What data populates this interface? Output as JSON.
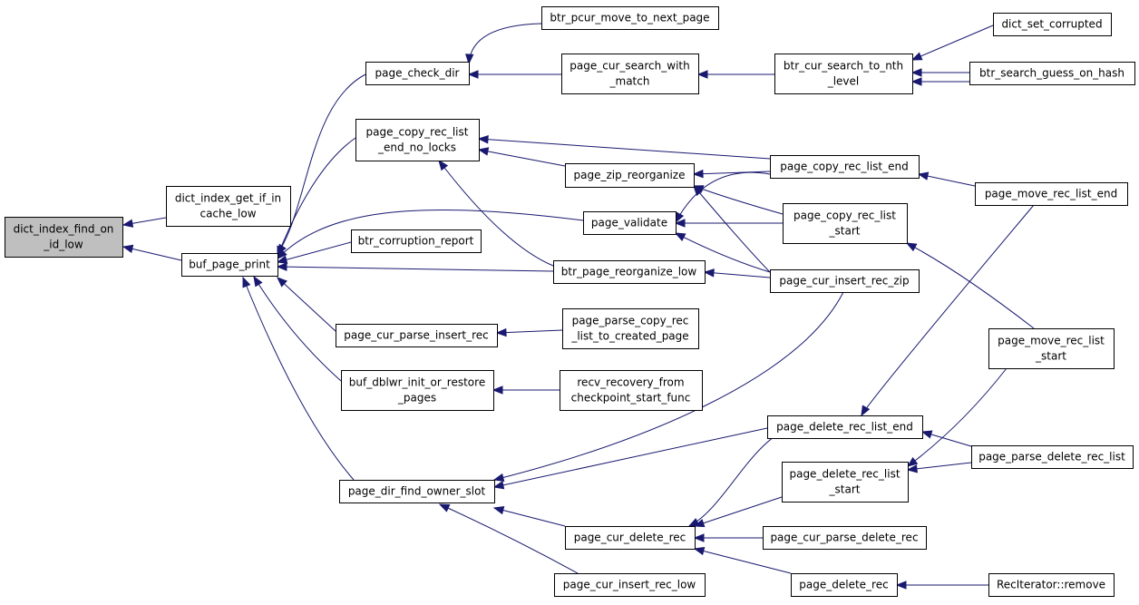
{
  "graph": {
    "nodes": {
      "dict_index_find_on_id_low": [
        "dict_index_find_on",
        "_id_low"
      ],
      "dict_index_get_if_in_cache_low": [
        "dict_index_get_if_in",
        "cache_low"
      ],
      "buf_page_print": [
        "buf_page_print"
      ],
      "page_check_dir": [
        "page_check_dir"
      ],
      "btr_pcur_move_to_next_page": [
        "btr_pcur_move_to_next_page"
      ],
      "page_cur_search_with_match": [
        "page_cur_search_with",
        "_match"
      ],
      "btr_cur_search_to_nth_level": [
        "btr_cur_search_to_nth",
        "_level"
      ],
      "dict_set_corrupted": [
        "dict_set_corrupted"
      ],
      "btr_search_guess_on_hash": [
        "btr_search_guess_on_hash"
      ],
      "page_copy_rec_list_end_no_locks": [
        "page_copy_rec_list",
        "_end_no_locks"
      ],
      "page_zip_reorganize": [
        "page_zip_reorganize"
      ],
      "page_copy_rec_list_end": [
        "page_copy_rec_list_end"
      ],
      "page_move_rec_list_end": [
        "page_move_rec_list_end"
      ],
      "page_validate": [
        "page_validate"
      ],
      "page_copy_rec_list_start": [
        "page_copy_rec_list",
        "_start"
      ],
      "btr_corruption_report": [
        "btr_corruption_report"
      ],
      "btr_page_reorganize_low": [
        "btr_page_reorganize_low"
      ],
      "page_cur_insert_rec_zip": [
        "page_cur_insert_rec_zip"
      ],
      "page_cur_parse_insert_rec": [
        "page_cur_parse_insert_rec"
      ],
      "page_parse_copy_rec_list_to_created_page": [
        "page_parse_copy_rec",
        "_list_to_created_page"
      ],
      "page_move_rec_list_start": [
        "page_move_rec_list",
        "_start"
      ],
      "buf_dblwr_init_or_restore_pages": [
        "buf_dblwr_init_or_restore",
        "_pages"
      ],
      "recv_recovery_from_checkpoint_start_func": [
        "recv_recovery_from",
        "checkpoint_start_func"
      ],
      "page_delete_rec_list_end": [
        "page_delete_rec_list_end"
      ],
      "page_parse_delete_rec_list": [
        "page_parse_delete_rec_list"
      ],
      "page_dir_find_owner_slot": [
        "page_dir_find_owner_slot"
      ],
      "page_delete_rec_list_start": [
        "page_delete_rec_list",
        "_start"
      ],
      "page_cur_delete_rec": [
        "page_cur_delete_rec"
      ],
      "page_cur_parse_delete_rec": [
        "page_cur_parse_delete_rec"
      ],
      "page_delete_rec": [
        "page_delete_rec"
      ],
      "RecIterator_remove": [
        "RecIterator::remove"
      ],
      "page_cur_insert_rec_low": [
        "page_cur_insert_rec_low"
      ]
    }
  }
}
